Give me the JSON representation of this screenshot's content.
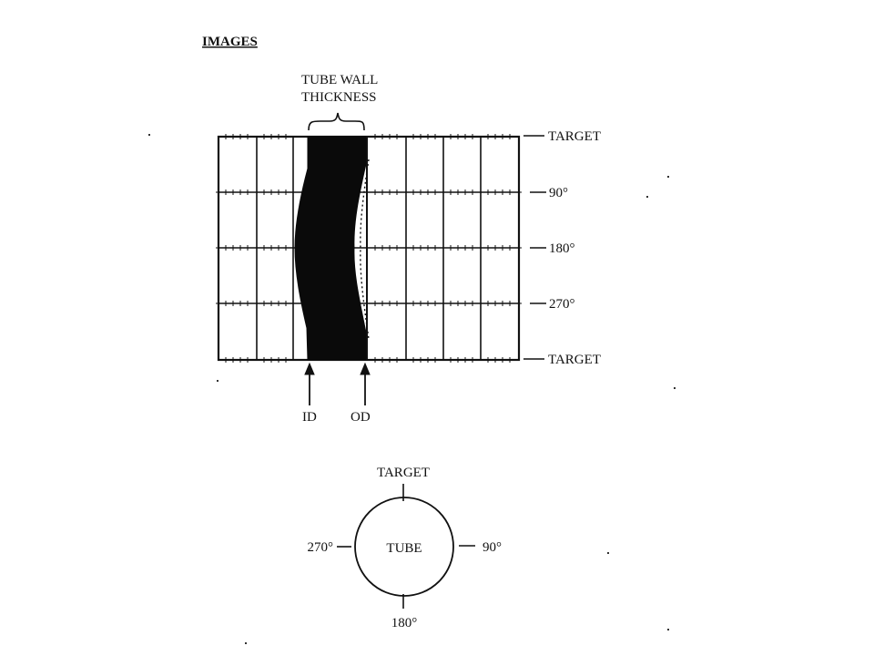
{
  "heading": "IMAGES",
  "ultrasonic_scan": {
    "bracket_label_line1": "TUBE WALL",
    "bracket_label_line2": "THICKNESS",
    "row_labels": [
      "TARGET",
      "90°",
      "180°",
      "270°",
      "TARGET"
    ],
    "bottom_labels": {
      "inner": "ID",
      "outer": "OD"
    },
    "colors": {
      "wall_fill": "#0a0a0a",
      "ink": "#111111"
    }
  },
  "tube_cross_section": {
    "center_label": "TUBE",
    "top": "TARGET",
    "right": "90°",
    "bottom": "180°",
    "left": "270°"
  }
}
